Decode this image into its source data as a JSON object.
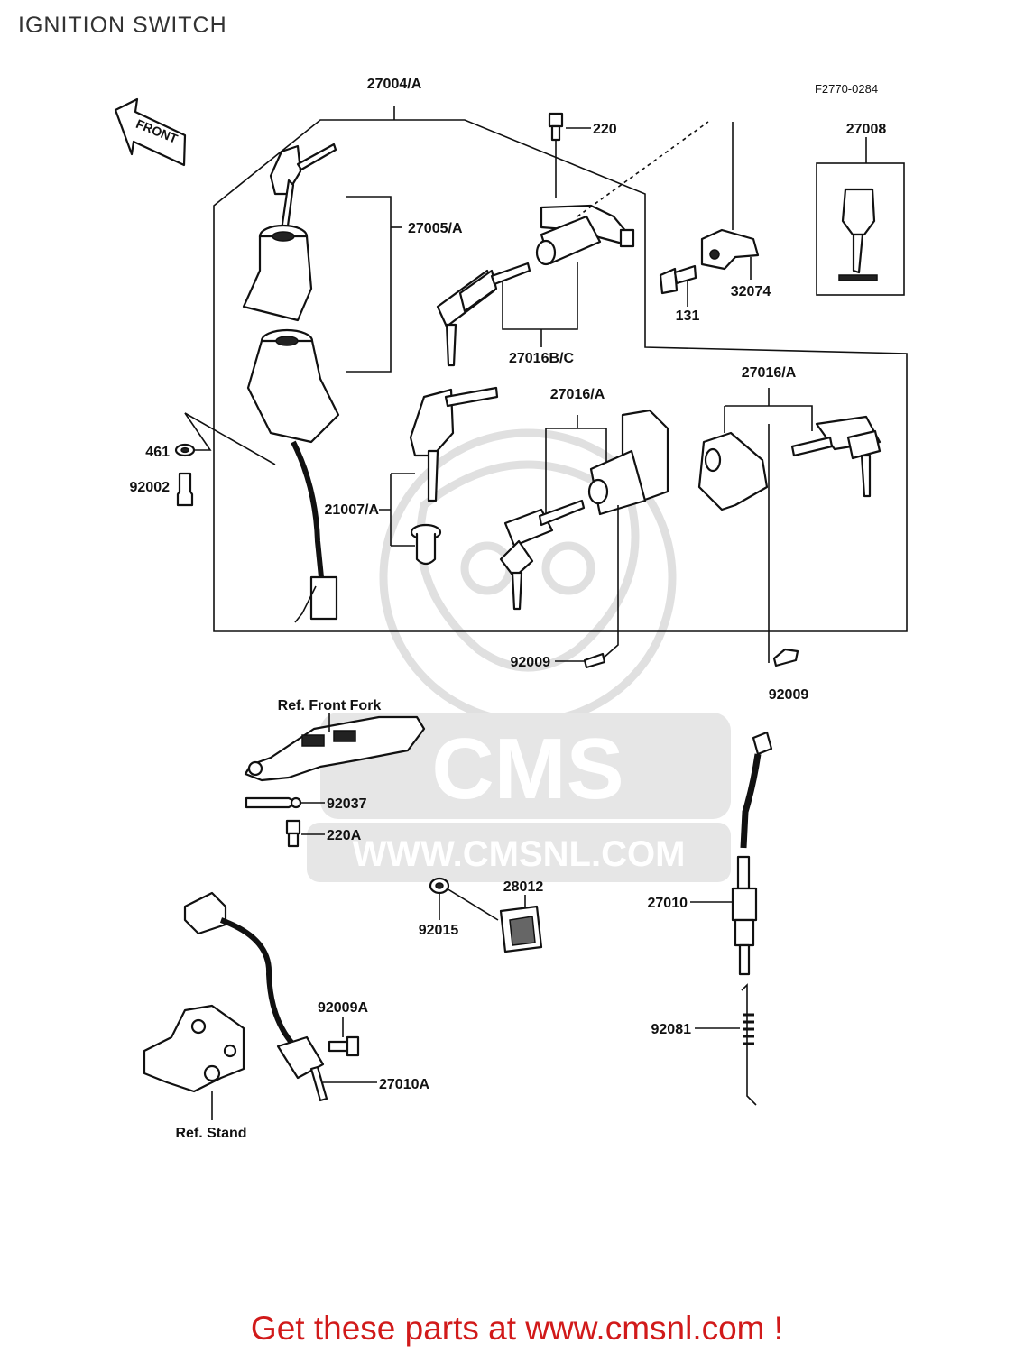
{
  "title": "IGNITION SWITCH",
  "drawing_no": "F2770-0284",
  "front_arrow_label": "FRONT",
  "watermark": {
    "logo_text": "CMS",
    "url_text": "WWW.CMSNL.COM"
  },
  "labels": {
    "p27004A": "27004/A",
    "p220": "220",
    "p27008": "27008",
    "p27005A": "27005/A",
    "p32074": "32074",
    "p131": "131",
    "p27016BC": "27016B/C",
    "p27016A_mid": "27016/A",
    "p27016A_right": "27016/A",
    "p461": "461",
    "p92002": "92002",
    "p21007A": "21007/A",
    "p92009_mid": "92009",
    "p92009_right": "92009",
    "ref_front_fork": "Ref. Front Fork",
    "p92037": "92037",
    "p220A": "220A",
    "p28012": "28012",
    "p92015": "92015",
    "p27010": "27010",
    "p92009A": "92009A",
    "p27010A": "27010A",
    "p92081": "92081",
    "ref_stand": "Ref. Stand"
  },
  "footer": "Get these parts at www.cmsnl.com !"
}
